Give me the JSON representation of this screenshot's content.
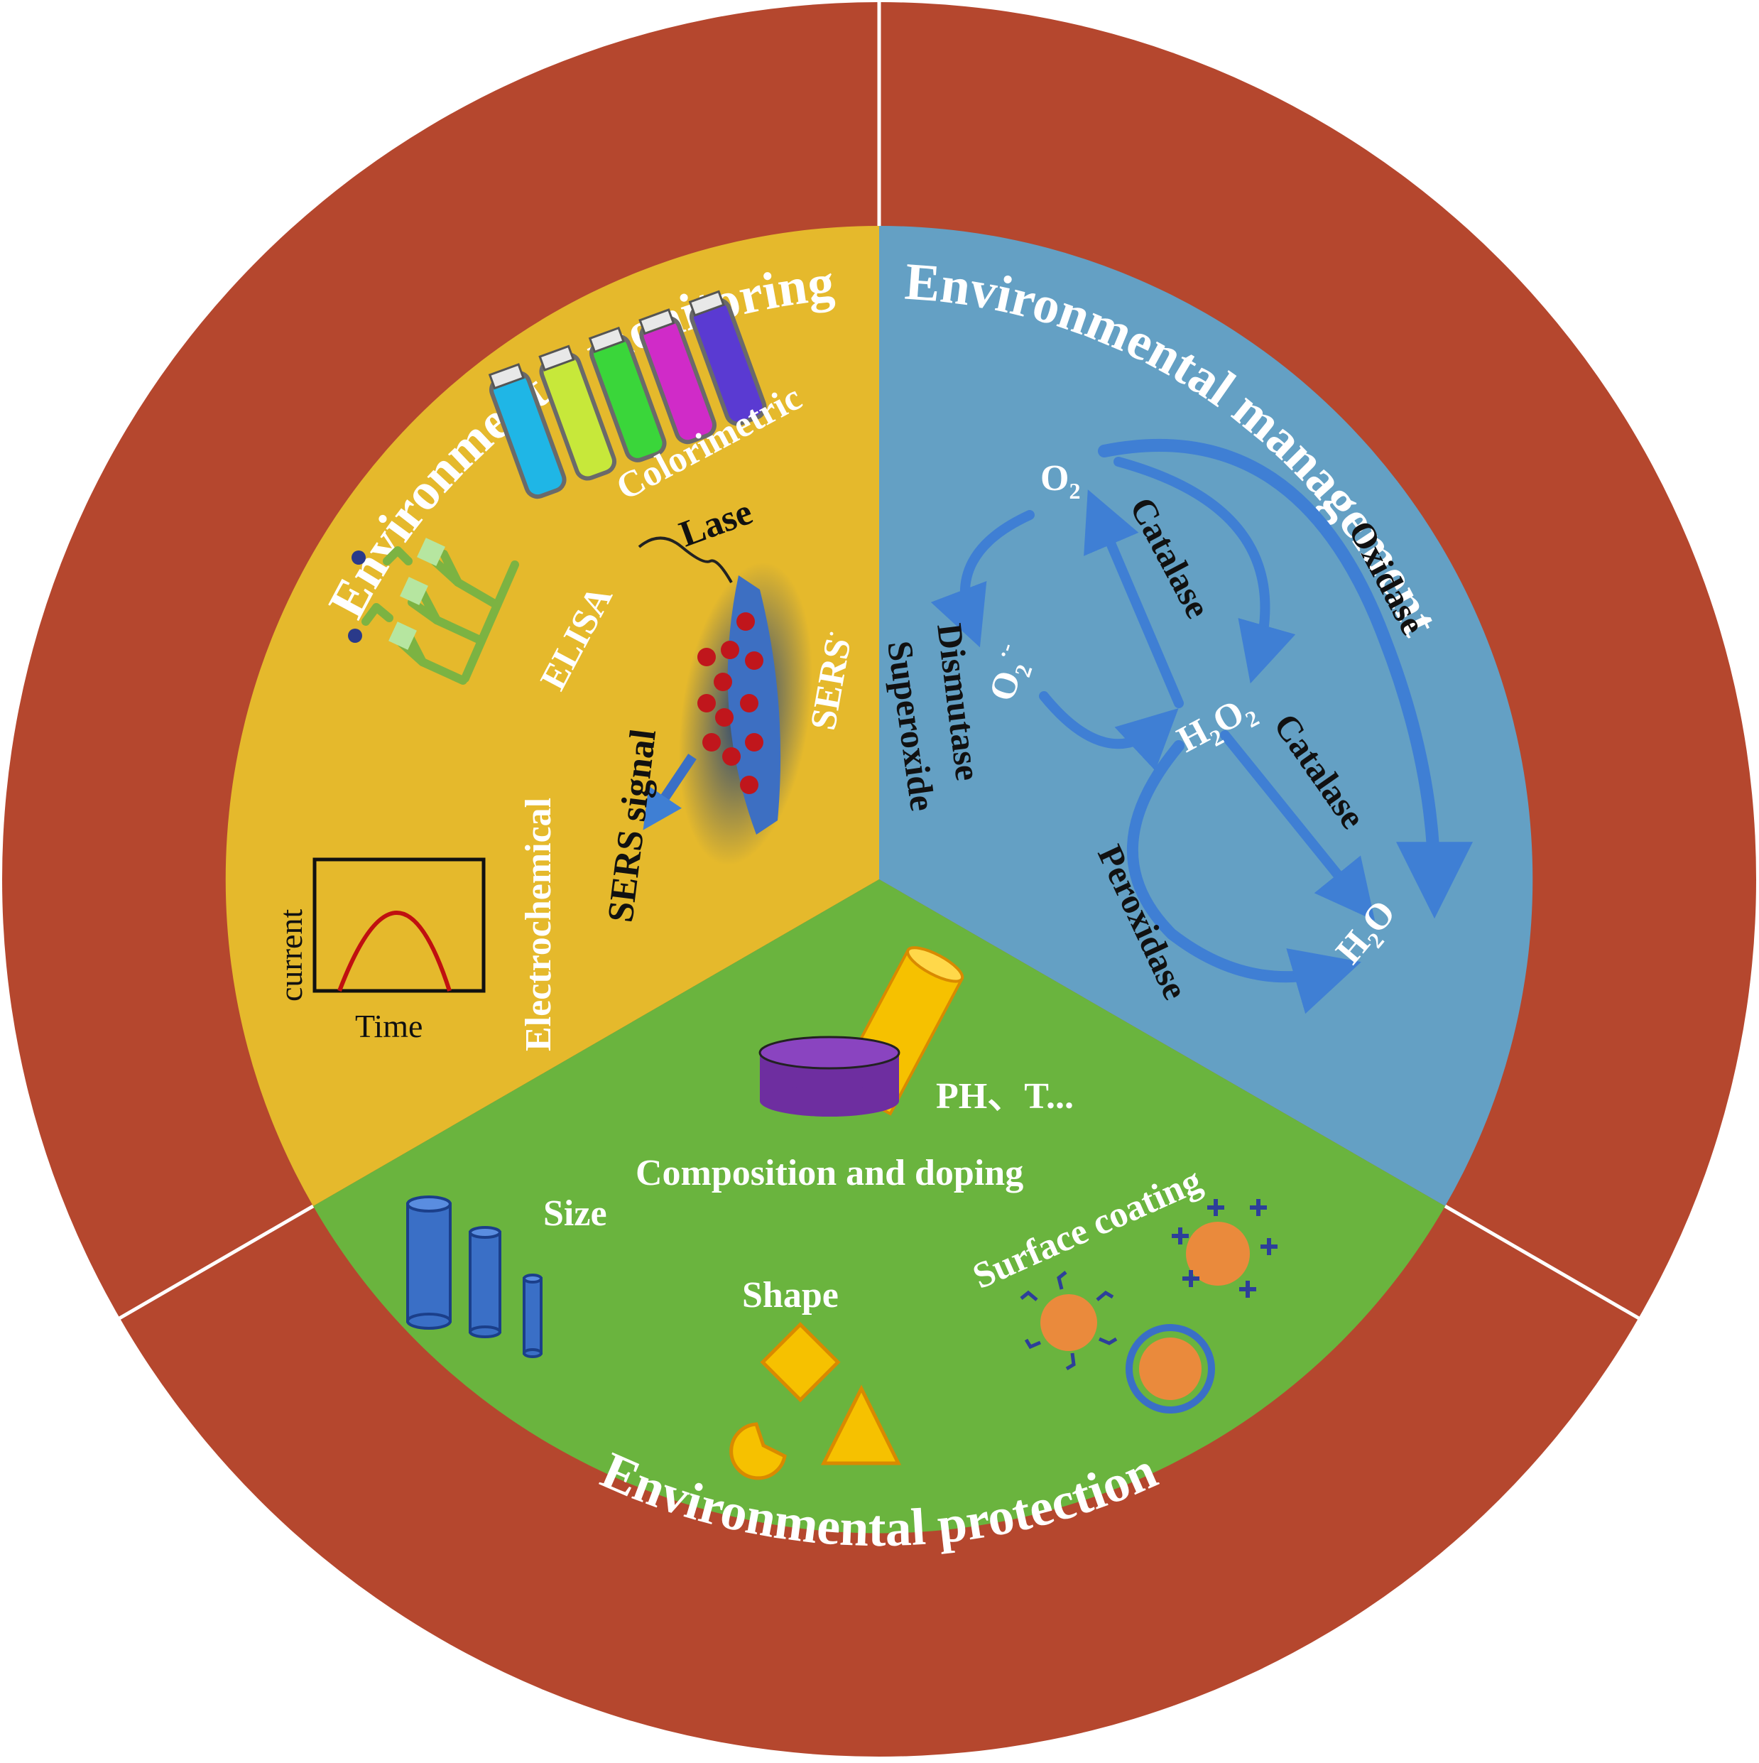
{
  "colors": {
    "ring": "#b5472e",
    "divider": "#ffffff",
    "monitoring": "#e5b92c",
    "management": "#64a0c4",
    "protection": "#6ab43e",
    "blue_shape": "#3a6fc6",
    "orange": "#ea8a3c",
    "gold": "#f6c100",
    "purple": "#6e2ea0",
    "red_curve": "#c01010",
    "arrow_blue": "#2f66c9"
  },
  "ring_labels": {
    "monitoring": "Environmental monitoring",
    "management": "Environmental management",
    "protection": "Environmental protection"
  },
  "monitoring": {
    "colorimetric": "Colorimetric",
    "elisa": "ELISA",
    "lase": "Lase",
    "sers": "SERS",
    "sers_dot": "·",
    "sers_signal": "SERS signal",
    "electrochemical": "Electrochemical",
    "current": "current",
    "time": "Time"
  },
  "management": {
    "o2": "O",
    "o2_sub": "2",
    "superoxide_o": "O",
    "superoxide_sub": "2",
    "superoxide_sup": "·-",
    "h2o2_a": "H",
    "h2o2_sub1": "2",
    "h2o2_b": "O",
    "h2o2_sub2": "2",
    "h2o_a": "H",
    "h2o_sub": "2",
    "h2o_b": "O",
    "catalase_1": "Catalase",
    "catalase_2": "Catalase",
    "oxidase": "Oxidase",
    "superoxide": "Superoxide",
    "dismutase": "Dismutase",
    "peroxidase": "Peroxidase"
  },
  "protection": {
    "ph_t": "PH、T...",
    "composition": "Composition and doping",
    "size": "Size",
    "shape": "Shape",
    "surface_coating": "Surface coating"
  }
}
